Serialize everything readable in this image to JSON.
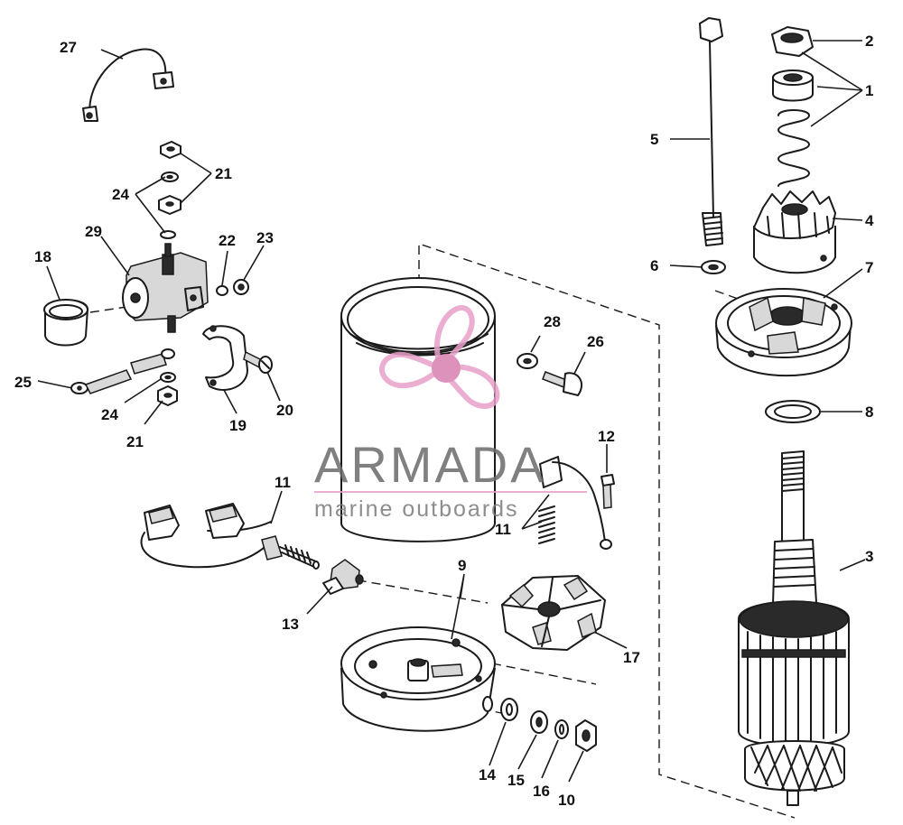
{
  "diagram": {
    "part_labels": [
      {
        "id": "p1",
        "text": "1"
      },
      {
        "id": "p2",
        "text": "2"
      },
      {
        "id": "p3",
        "text": "3"
      },
      {
        "id": "p4",
        "text": "4"
      },
      {
        "id": "p5",
        "text": "5"
      },
      {
        "id": "p6",
        "text": "6"
      },
      {
        "id": "p7",
        "text": "7"
      },
      {
        "id": "p8",
        "text": "8"
      },
      {
        "id": "p9",
        "text": "9"
      },
      {
        "id": "p10",
        "text": "10"
      },
      {
        "id": "p11a",
        "text": "11"
      },
      {
        "id": "p11b",
        "text": "11"
      },
      {
        "id": "p12",
        "text": "12"
      },
      {
        "id": "p13",
        "text": "13"
      },
      {
        "id": "p14",
        "text": "14"
      },
      {
        "id": "p15",
        "text": "15"
      },
      {
        "id": "p16",
        "text": "16"
      },
      {
        "id": "p17",
        "text": "17"
      },
      {
        "id": "p18",
        "text": "18"
      },
      {
        "id": "p19",
        "text": "19"
      },
      {
        "id": "p20",
        "text": "20"
      },
      {
        "id": "p21a",
        "text": "21"
      },
      {
        "id": "p21b",
        "text": "21"
      },
      {
        "id": "p22",
        "text": "22"
      },
      {
        "id": "p23",
        "text": "23"
      },
      {
        "id": "p24a",
        "text": "24"
      },
      {
        "id": "p24b",
        "text": "24"
      },
      {
        "id": "p25",
        "text": "25"
      },
      {
        "id": "p26",
        "text": "26"
      },
      {
        "id": "p27",
        "text": "27"
      },
      {
        "id": "p28",
        "text": "28"
      },
      {
        "id": "p29",
        "text": "29"
      }
    ]
  },
  "watermark": {
    "title": "ARMADA",
    "subtitle": "marine outboards",
    "logo_color": "#e8a0c8",
    "logo_center_color": "#d77fb0"
  }
}
